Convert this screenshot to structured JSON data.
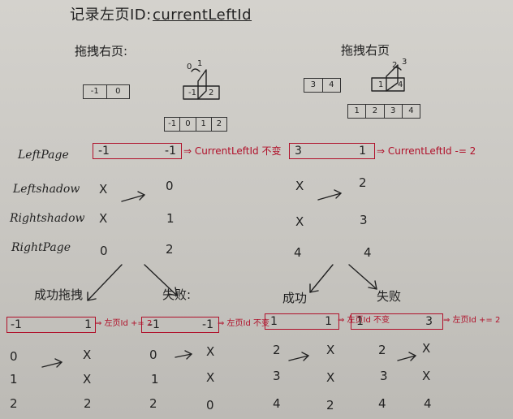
{
  "title": {
    "label": "记录左页ID:",
    "var": "currentLeftId"
  },
  "left_section": {
    "heading": "拖拽右页:",
    "pages_row": [
      "-1",
      "0"
    ],
    "flip_labels": [
      "0",
      "1"
    ],
    "flip_pages": [
      "-1",
      "2"
    ],
    "bottom_row": [
      "-1",
      "0",
      "1",
      "2"
    ]
  },
  "right_section": {
    "heading": "拖拽右页",
    "pages_row": [
      "3",
      "4"
    ],
    "flip_labels": [
      "2",
      "3"
    ],
    "flip_pages": [
      "1",
      "4"
    ],
    "bottom_row": [
      "1",
      "2",
      "3",
      "4"
    ]
  },
  "rows": {
    "left_page": "LeftPage",
    "left_shadow": "Leftshadow",
    "right_shadow": "Rightshadow",
    "right_page": "RightPage"
  },
  "left_case": {
    "box": [
      "-1",
      "-1"
    ],
    "note": "⇒ CurrentLeftId 不变",
    "before": [
      "X",
      "X",
      "0"
    ],
    "after": [
      "0",
      "1",
      "2"
    ]
  },
  "right_case": {
    "box": [
      "3",
      "1"
    ],
    "note": "⇒ CurrentLeftId -= 2",
    "before": [
      "X",
      "X",
      "4"
    ],
    "after": [
      "2",
      "3",
      "4"
    ]
  },
  "outcomes": [
    {
      "label": "成功拖拽",
      "box": [
        "-1",
        "1"
      ],
      "note": "⇒ 左页Id += 2",
      "before": [
        "0",
        "1",
        "2"
      ],
      "after": [
        "X",
        "X",
        "2"
      ]
    },
    {
      "label": "失败:",
      "box": [
        "-1",
        "-1"
      ],
      "note": "⇒ 左页Id 不变",
      "before": [
        "0",
        "1",
        "2"
      ],
      "after": [
        "X",
        "X",
        "0"
      ]
    },
    {
      "label": "成功",
      "box": [
        "1",
        "1"
      ],
      "note": "⇒ 左页Id 不变",
      "before": [
        "2",
        "3",
        "4"
      ],
      "after": [
        "X",
        "X",
        "2"
      ]
    },
    {
      "label": "失败",
      "box": [
        "1",
        "3"
      ],
      "note": "⇒ 左页Id += 2",
      "before": [
        "2",
        "3",
        "4"
      ],
      "after": [
        "X",
        "X",
        "4"
      ]
    }
  ],
  "colors": {
    "ink": "#222222",
    "red": "#b0102a",
    "paper": "#cfccc7"
  }
}
